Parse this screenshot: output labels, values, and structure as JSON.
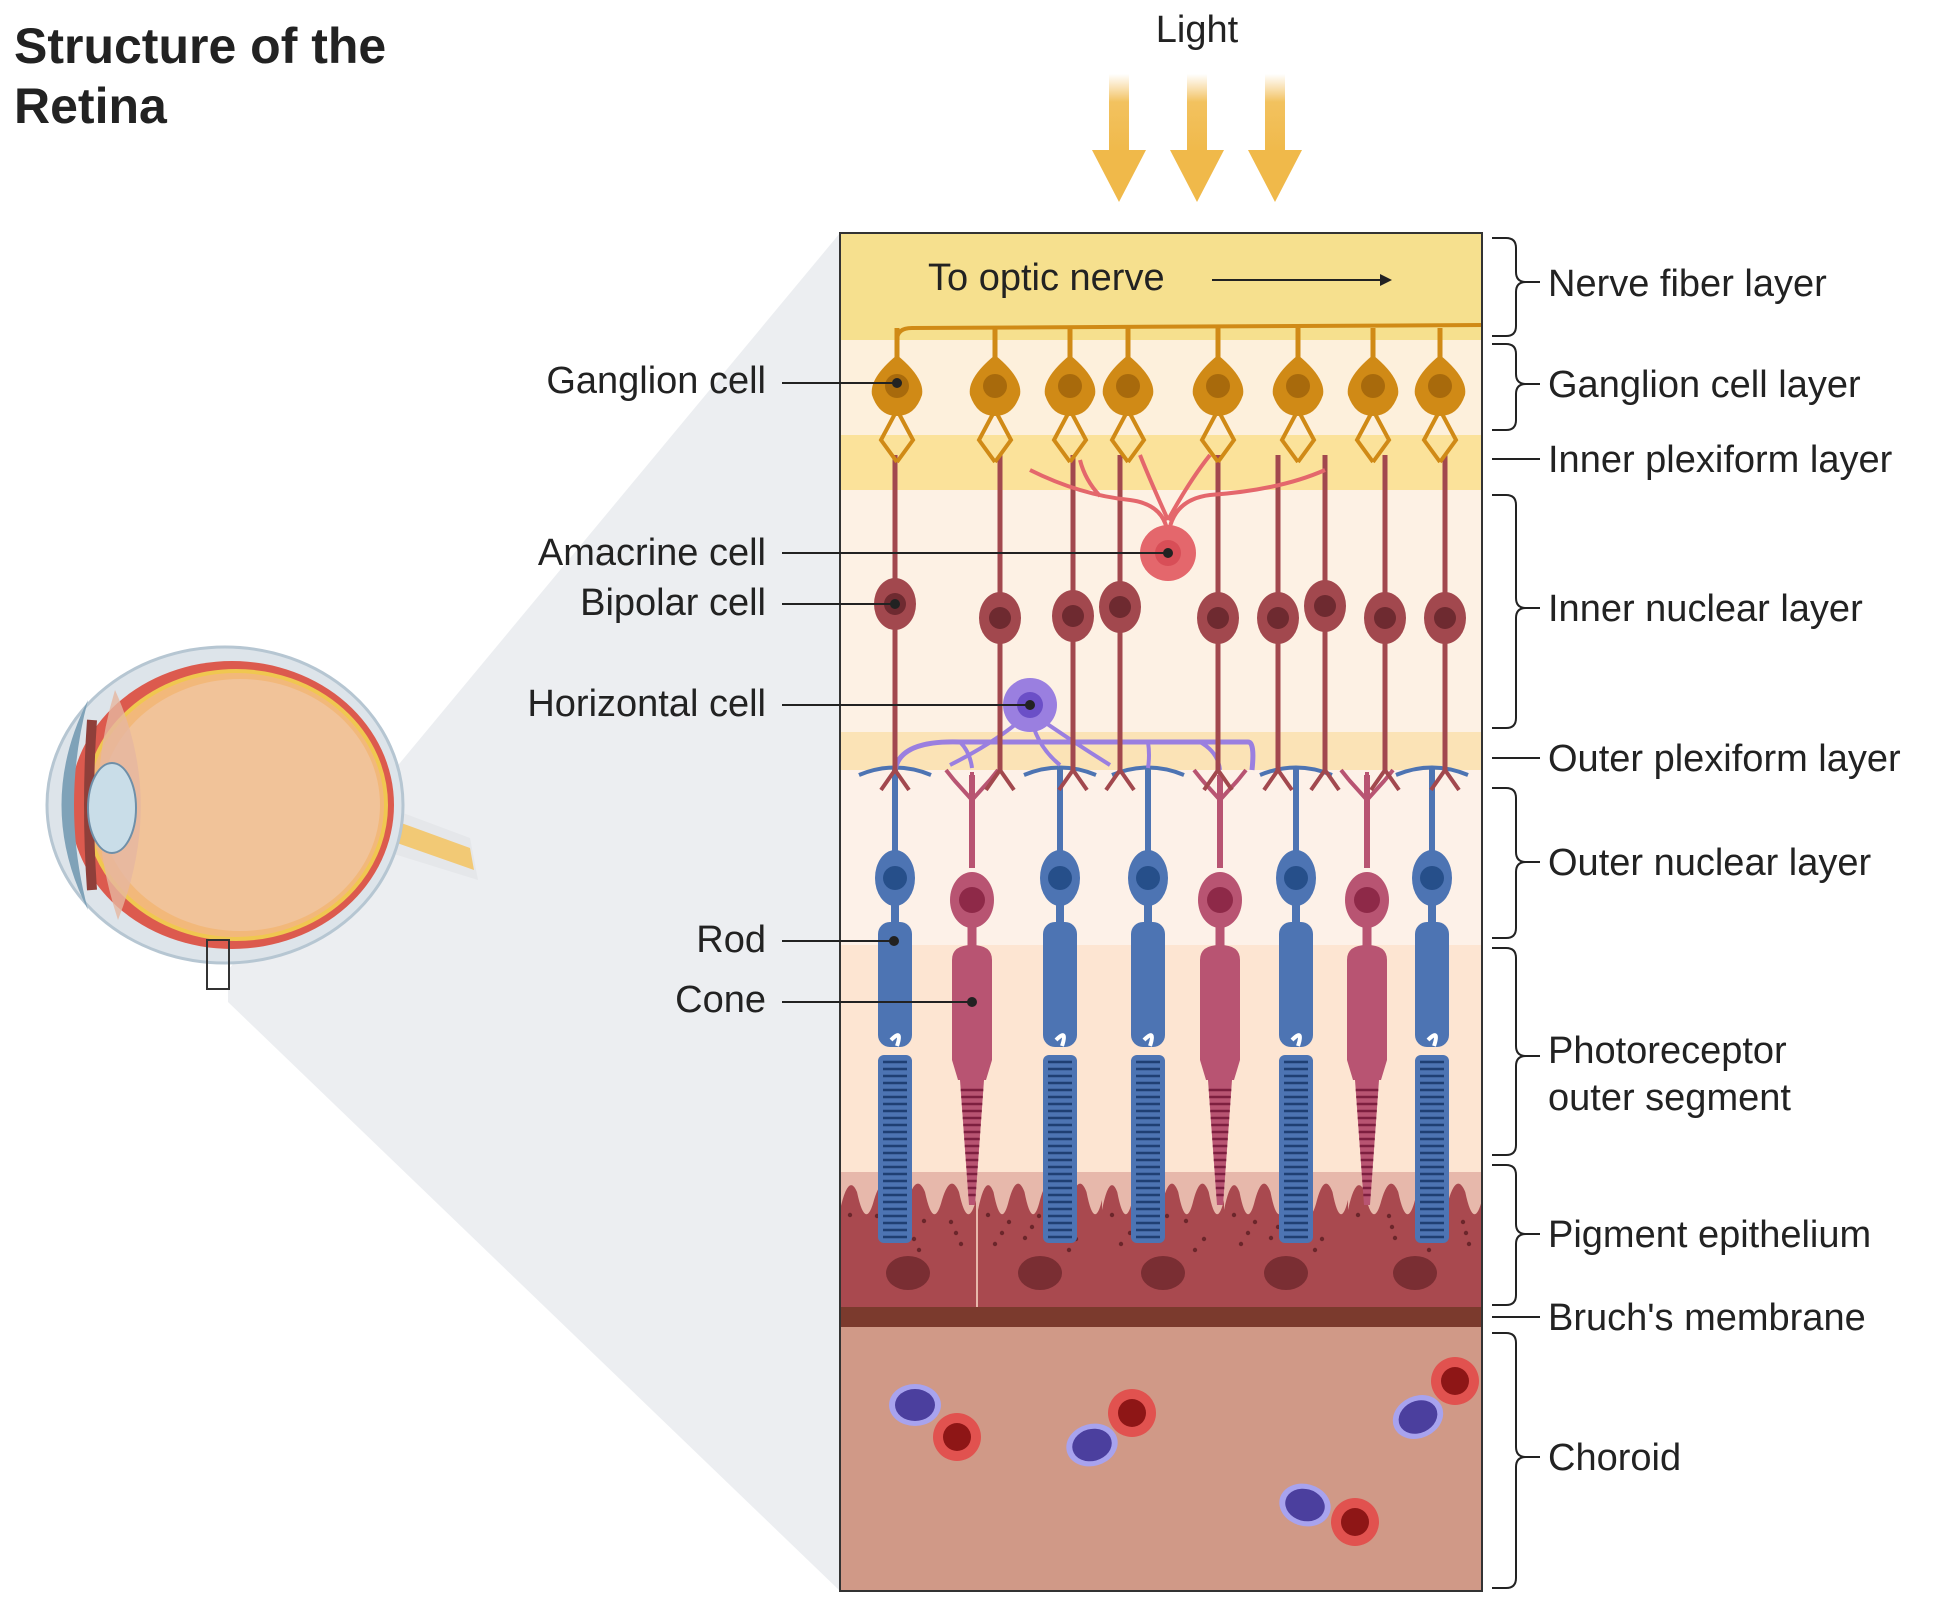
{
  "title": {
    "line1": "Structure of the",
    "line2": "Retina"
  },
  "light_label": "Light",
  "optic_nerve_label": "To optic nerve",
  "cell_labels": {
    "ganglion": "Ganglion cell",
    "amacrine": "Amacrine cell",
    "bipolar": "Bipolar cell",
    "horizontal": "Horizontal cell",
    "rod": "Rod",
    "cone": "Cone"
  },
  "layer_labels": {
    "nerve_fiber": "Nerve fiber layer",
    "ganglion_cell": "Ganglion cell layer",
    "inner_plexiform": "Inner plexiform layer",
    "inner_nuclear": "Inner nuclear layer",
    "outer_plexiform": "Outer plexiform layer",
    "outer_nuclear": "Outer nuclear layer",
    "photoreceptor_line1": "Photoreceptor",
    "photoreceptor_line2": "outer segment",
    "pigment_epithelium": "Pigment epithelium",
    "bruchs_membrane": "Bruch's membrane",
    "choroid": "Choroid"
  },
  "colors": {
    "rod": "#4d74b3",
    "cone": "#b85472",
    "ganglion": "#d08a16",
    "bipolar": "#a2484e",
    "amacrine": "#e4676c",
    "horizontal": "#9a7fe0",
    "pigment": "#a9494f",
    "bruchs": "#7b3a2d",
    "choroid": "#d09987",
    "nerve_fiber": "#f6e08e"
  }
}
